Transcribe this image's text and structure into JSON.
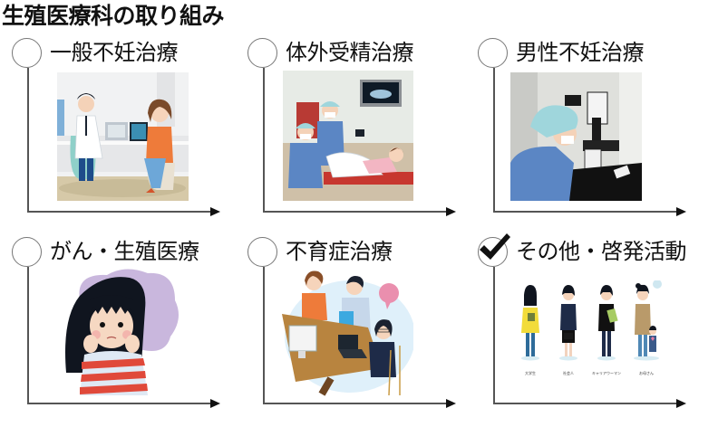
{
  "page": {
    "title": "生殖医療科の取り組み"
  },
  "panels": [
    {
      "id": "general-infertility",
      "label": "一般不妊治療",
      "marker": "empty-circle",
      "illustration": "doctor-consulting-patient-illustration"
    },
    {
      "id": "ivf",
      "label": "体外受精治療",
      "marker": "empty-circle",
      "illustration": "ivf-procedure-illustration"
    },
    {
      "id": "male-infertility",
      "label": "男性不妊治療",
      "marker": "empty-circle",
      "illustration": "embryologist-microscope-illustration"
    },
    {
      "id": "onco-fertility",
      "label": "がん・生殖医療",
      "marker": "empty-circle",
      "illustration": "worried-girl-illustration"
    },
    {
      "id": "infertility-care",
      "label": "不育症治療",
      "marker": "empty-circle",
      "illustration": "team-meeting-illustration"
    },
    {
      "id": "other-outreach",
      "label": "その他・啓発活動",
      "marker": "check-mark",
      "illustration": "women-lifestages-illustration",
      "captions": [
        "大学生",
        "社会人",
        "キャリアウーマン",
        "お母さん"
      ]
    }
  ],
  "colors": {
    "axis": "#555555",
    "text": "#111111",
    "scrub_cap": "#9fd6dc",
    "scrub_gown": "#5b86c4",
    "stripe_red": "#e0493a",
    "cloud_purple": "#c9b7dd",
    "hair_black": "#10151f",
    "desk_brown": "#b8843f",
    "orange_top": "#ee7b3a"
  }
}
